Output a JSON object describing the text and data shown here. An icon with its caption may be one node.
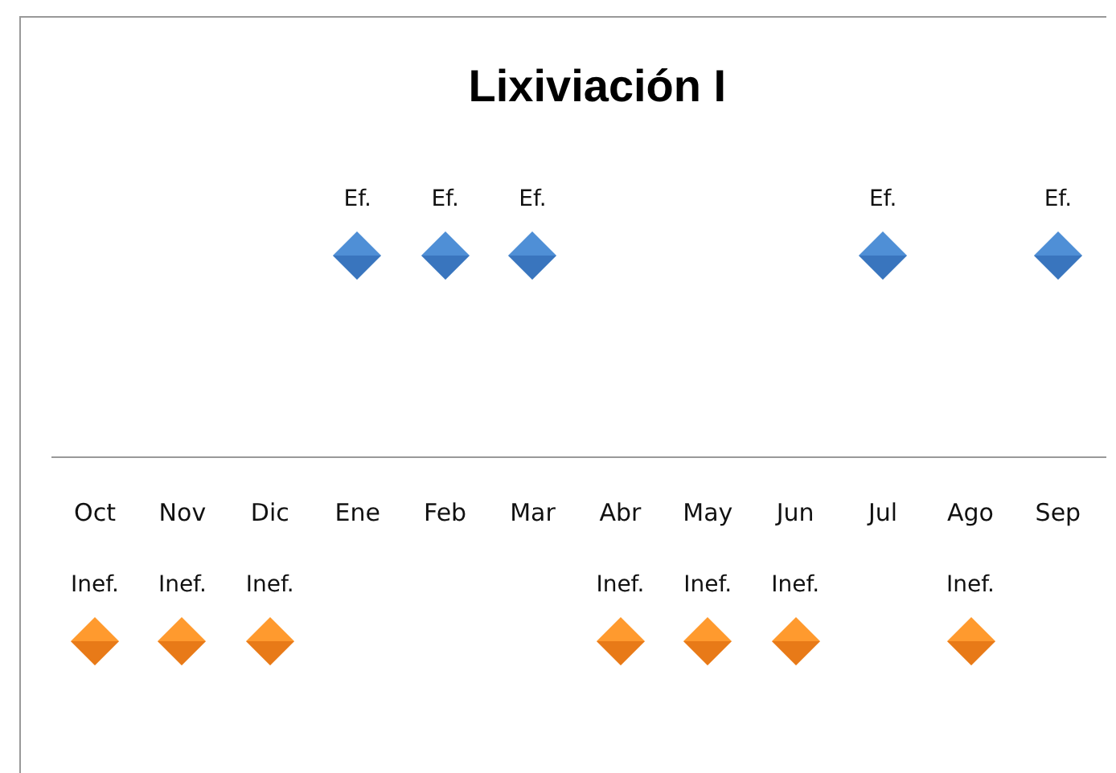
{
  "diagram": {
    "title": "Lixiviación I",
    "nodes": [
      {
        "text": [],
        "shape": "diamond",
        "beside": [
          "Ef."
        ]
      },
      {
        "text": [],
        "shape": "diamond",
        "beside": [
          "Ef."
        ]
      },
      {
        "text": [],
        "shape": "diamond",
        "beside": [
          "Ef."
        ]
      },
      {
        "text": [],
        "shape": "diamond",
        "beside": [
          "Ef."
        ]
      },
      {
        "text": [],
        "shape": "diamond",
        "beside": [
          "Ef."
        ]
      },
      {
        "text": [],
        "shape": "diamond",
        "beside": [
          "Inef."
        ]
      },
      {
        "text": [],
        "shape": "diamond",
        "beside": [
          "Inef."
        ]
      },
      {
        "text": [],
        "shape": "diamond",
        "beside": [
          "Inef."
        ]
      },
      {
        "text": [],
        "shape": "diamond",
        "beside": [
          "Inef."
        ]
      },
      {
        "text": [],
        "shape": "diamond",
        "beside": [
          "Inef."
        ]
      },
      {
        "text": [],
        "shape": "diamond",
        "beside": [
          "Inef."
        ]
      },
      {
        "text": [],
        "shape": "diamond",
        "beside": [
          "Inef."
        ]
      }
    ],
    "edges": [],
    "labels": [
      "Oct",
      "Nov",
      "Dic",
      "Ene",
      "Feb",
      "Mar",
      "Abr",
      "May",
      "Jun",
      "Jul",
      "Ago",
      "Sep"
    ]
  }
}
